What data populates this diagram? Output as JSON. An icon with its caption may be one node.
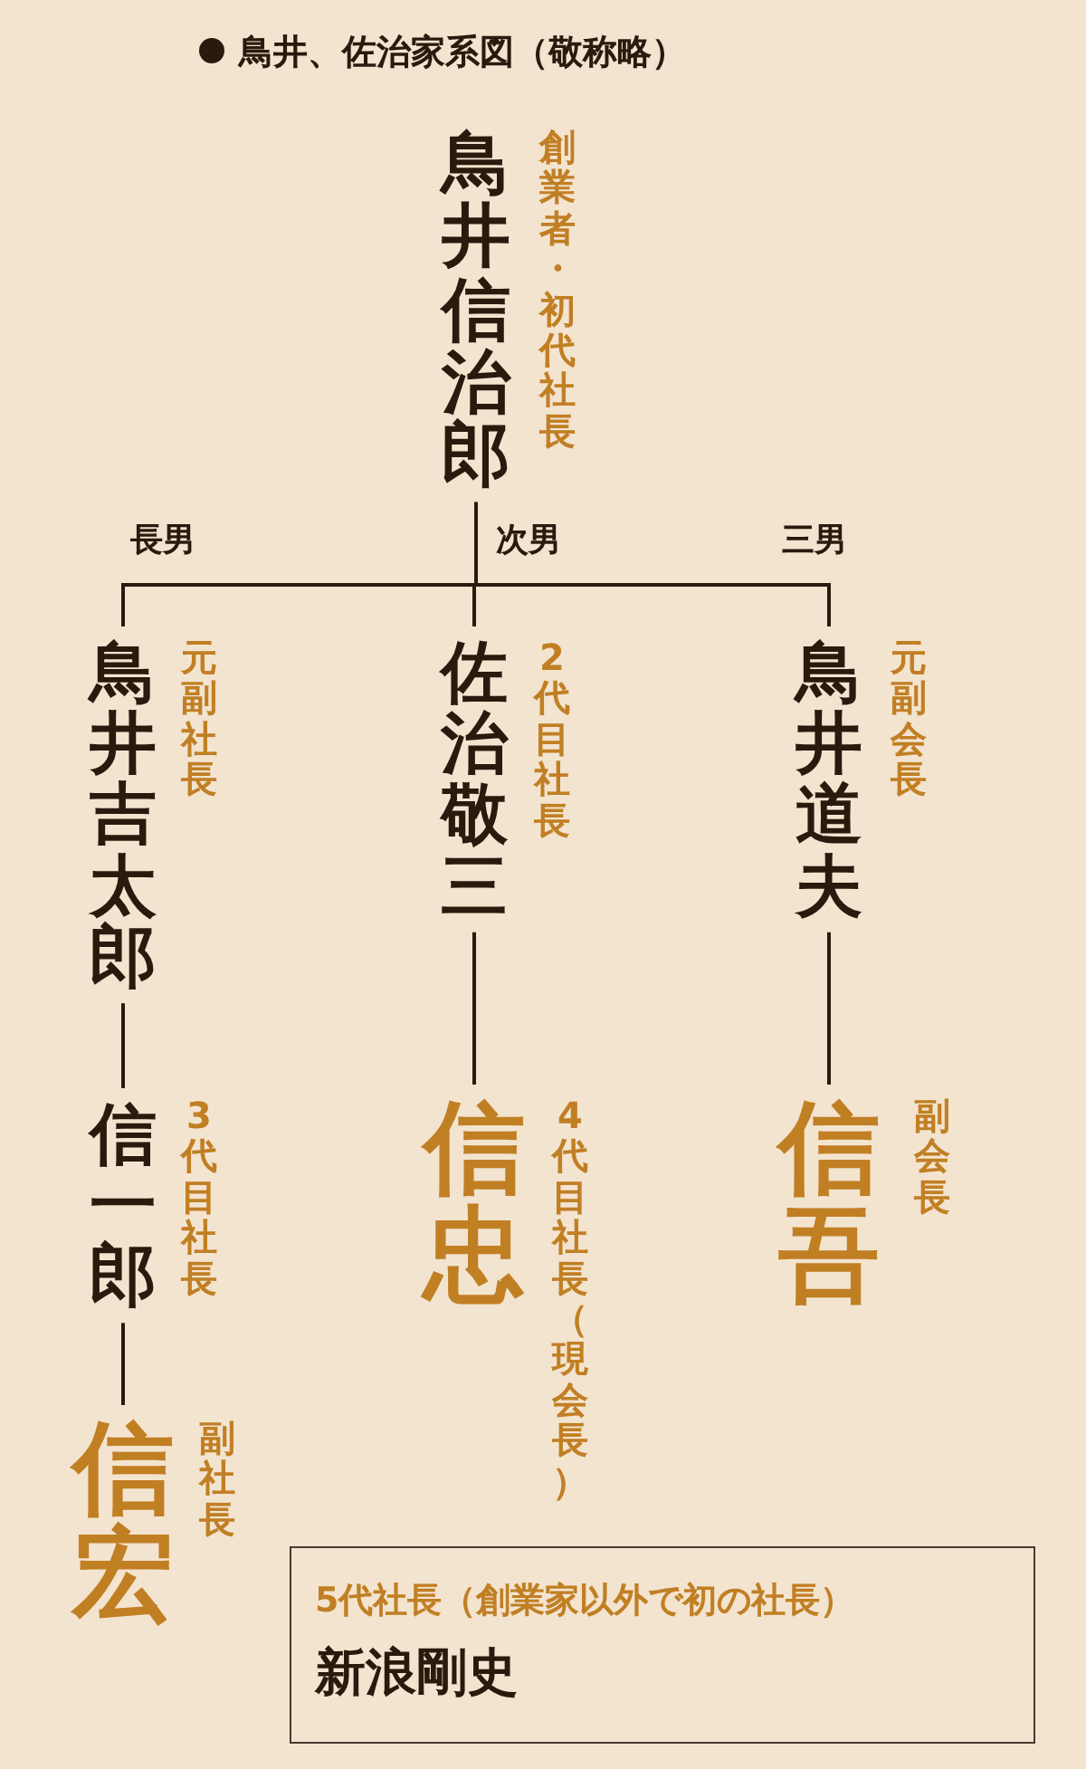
{
  "diagram": {
    "title": "鳥井、佐治家系図（敬称略）",
    "nodes": [
      {
        "text": [
          "鳥井信治郎"
        ],
        "beside": [
          "創業者・初代社長"
        ]
      },
      {
        "text": [
          "鳥井吉太郎"
        ],
        "beside": [
          "元副社長"
        ]
      },
      {
        "text": [
          "佐治敬三"
        ],
        "beside": [
          "2代目社長"
        ]
      },
      {
        "text": [
          "鳥井道夫"
        ],
        "beside": [
          "元副会長"
        ]
      },
      {
        "text": [
          "信一郎"
        ],
        "beside": [
          "3代目社長"
        ]
      },
      {
        "text": [
          "信宏"
        ],
        "beside": [
          "副社長"
        ]
      },
      {
        "text": [
          "信忠"
        ],
        "beside": [
          "4代目社長（現会長）"
        ]
      },
      {
        "text": [
          "信吾"
        ],
        "beside": [
          "副会長"
        ]
      },
      {
        "text": [
          "5代社長（創業家以外で初の社長）",
          "新浪剛史"
        ]
      }
    ],
    "edges": [
      {
        "from": 0,
        "to": 1,
        "arrow": "none",
        "label": "長男"
      },
      {
        "from": 0,
        "to": 2,
        "arrow": "none",
        "label": "次男"
      },
      {
        "from": 0,
        "to": 3,
        "arrow": "none",
        "label": "三男"
      },
      {
        "from": 1,
        "to": 4,
        "arrow": "none"
      },
      {
        "from": 4,
        "to": 5,
        "arrow": "none"
      },
      {
        "from": 2,
        "to": 6,
        "arrow": "none"
      },
      {
        "from": 3,
        "to": 7,
        "arrow": "none"
      }
    ]
  }
}
